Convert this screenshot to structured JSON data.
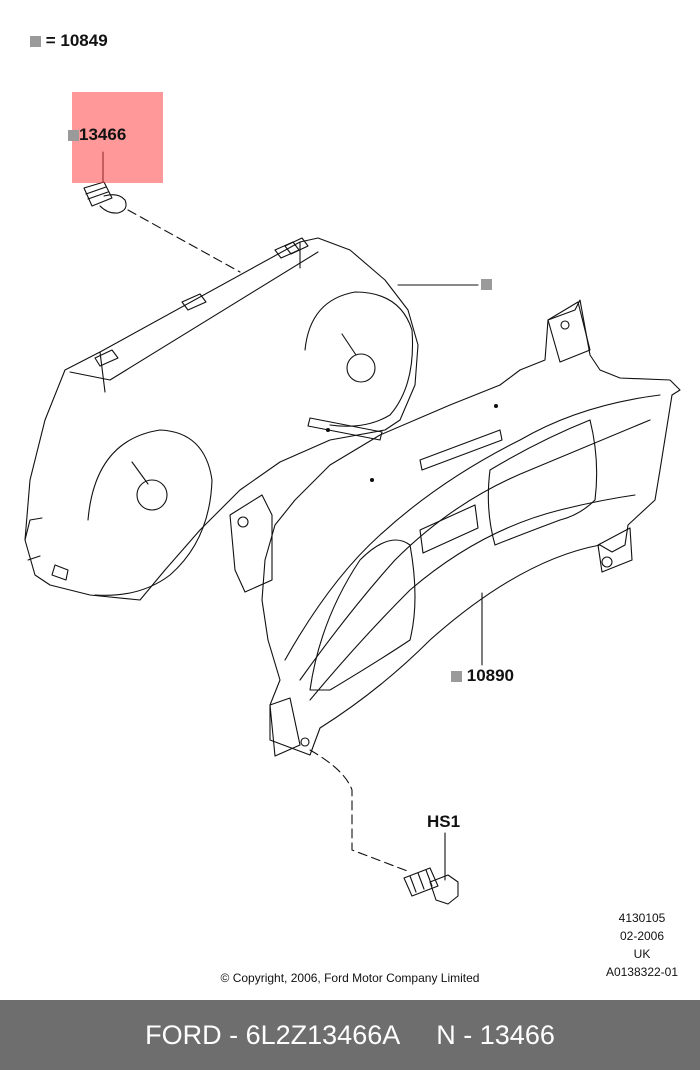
{
  "legend": {
    "equals": "= 10849"
  },
  "callouts": {
    "bulb": "13466",
    "cluster": "10890",
    "screw": "HS1"
  },
  "meta": {
    "line1": "4130105",
    "line2": "02-2006",
    "line3": "UK",
    "line4": "A0138322-01"
  },
  "copyright": "© Copyright, 2006, Ford Motor Company Limited",
  "footer": {
    "brand": "FORD - 6L2Z13466A",
    "part": "N - 13466"
  },
  "colors": {
    "highlight": "#ff4646",
    "footer_bg": "#6e6e6e",
    "legend_square": "#9a9a9a"
  }
}
